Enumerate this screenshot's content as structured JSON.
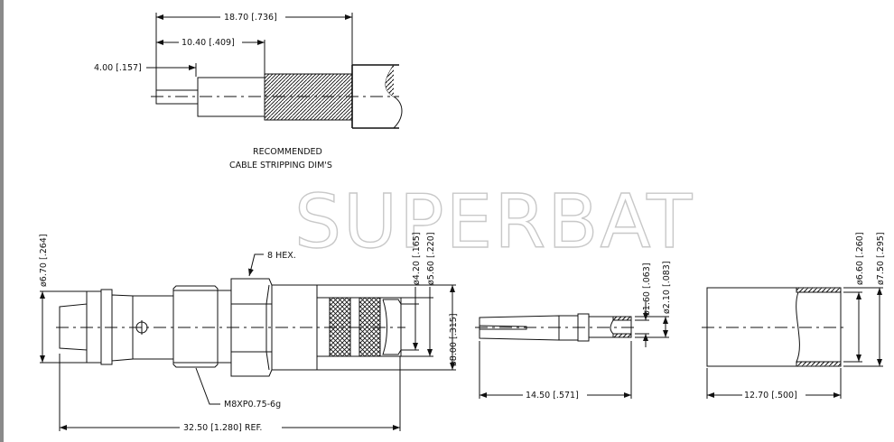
{
  "watermark": "SUPERBAT",
  "stripping": {
    "dim_overall": "18.70 [.736]",
    "dim_dielectric": "10.40 [.409]",
    "dim_conductor": "4.00 [.157]",
    "caption_line1": "RECOMMENDED",
    "caption_line2": "CABLE STRIPPING DIM'S"
  },
  "connector": {
    "dia_rear": "ø6.70 [.264]",
    "hex_label": "8 HEX.",
    "thread_label": "M8XP0.75-6g",
    "length": "32.50 [1.280] REF.",
    "dia_inner1": "ø4.20 [.165]",
    "dia_inner2": "ø5.60 [.220]",
    "dia_outer": "ø8.00 [.315]"
  },
  "pin": {
    "dia_inner": "ø1.60 [.063]",
    "dia_outer": "ø2.10 [.083]",
    "length": "14.50 [.571]"
  },
  "ferrule": {
    "dia_inner": "ø6.60 [.260]",
    "dia_outer": "ø7.50 [.295]",
    "length": "12.70 [.500]"
  }
}
